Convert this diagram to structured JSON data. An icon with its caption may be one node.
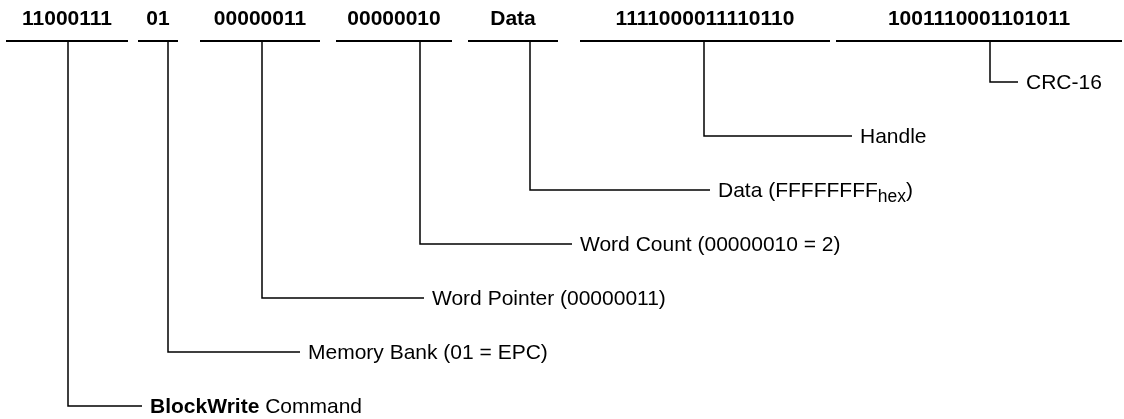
{
  "diagram": {
    "nodes": [
      {
        "text": [
          "11000111"
        ]
      },
      {
        "text": [
          "01"
        ]
      },
      {
        "text": [
          "00000011"
        ]
      },
      {
        "text": [
          "00000010"
        ]
      },
      {
        "text": [
          "Data"
        ]
      },
      {
        "text": [
          "1111000011110110"
        ]
      },
      {
        "text": [
          "1001110001101011"
        ]
      },
      {
        "text": [
          "CRC-16"
        ]
      },
      {
        "text": [
          "Handle"
        ]
      },
      {
        "text": [
          "Data (FFFFFFFF$_{hex}$)"
        ]
      },
      {
        "text": [
          "Word Count (00000010 = 2)"
        ]
      },
      {
        "text": [
          "Word Pointer (00000011)"
        ]
      },
      {
        "text": [
          "Memory Bank (01 = EPC)"
        ]
      },
      {
        "text": [
          "**BlockWrite** Command"
        ]
      }
    ],
    "edges": [
      {
        "from": 7,
        "to": 6,
        "arrow": "none"
      },
      {
        "from": 8,
        "to": 5,
        "arrow": "none"
      },
      {
        "from": 9,
        "to": 4,
        "arrow": "none"
      },
      {
        "from": 10,
        "to": 3,
        "arrow": "none"
      },
      {
        "from": 11,
        "to": 2,
        "arrow": "none"
      },
      {
        "from": 12,
        "to": 1,
        "arrow": "none"
      },
      {
        "from": 13,
        "to": 0,
        "arrow": "none"
      }
    ]
  }
}
